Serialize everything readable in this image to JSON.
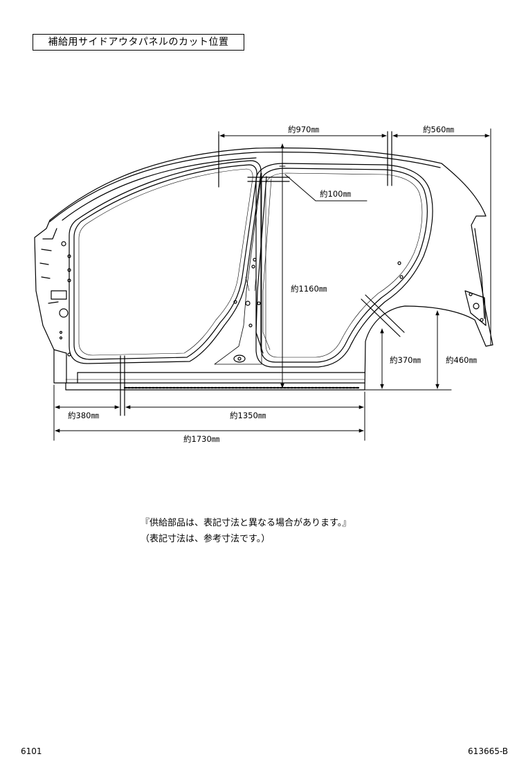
{
  "title": "補給用サイドアウタパネルのカット位置",
  "dimensions": {
    "top_front": "約970㎜",
    "top_rear": "約560㎜",
    "pillar_width": "約100㎜",
    "pillar_height": "約1160㎜",
    "rear_cut_height": "約370㎜",
    "rear_total_height": "約460㎜",
    "front_bottom": "約380㎜",
    "middle_bottom": "約1350㎜",
    "total_bottom": "約1730㎜"
  },
  "notes": {
    "line1": "『供給部品は、表記寸法と異なる場合があります。』",
    "line2": "（表記寸法は、参考寸法です。）"
  },
  "footer": {
    "left": "6101",
    "right": "613665-B"
  }
}
